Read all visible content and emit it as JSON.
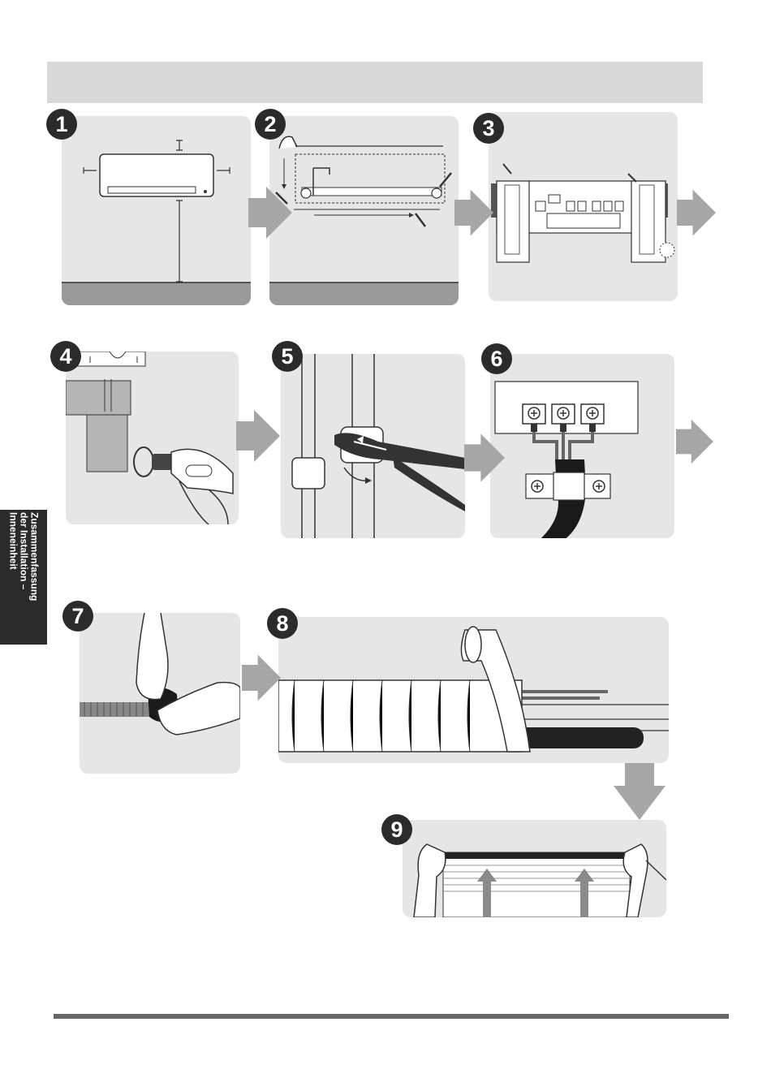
{
  "side_tab": {
    "lines": [
      "Zusammenfassung",
      "der Installation –",
      "Inneneinheit"
    ]
  },
  "steps": [
    {
      "number": "1",
      "icon": "measure-clearance-icon"
    },
    {
      "number": "2",
      "icon": "mounting-plate-position-icon"
    },
    {
      "number": "3",
      "icon": "mounting-plate-screws-icon"
    },
    {
      "number": "4",
      "icon": "drill-wall-hole-icon"
    },
    {
      "number": "5",
      "icon": "connect-pipes-wrench-icon"
    },
    {
      "number": "6",
      "icon": "terminal-block-wiring-icon"
    },
    {
      "number": "7",
      "icon": "wrap-drain-hose-icon"
    },
    {
      "number": "8",
      "icon": "tape-pipe-bundle-icon"
    },
    {
      "number": "9",
      "icon": "hang-indoor-unit-icon"
    }
  ],
  "colors": {
    "panel": "#e6e6e6",
    "badge": "#2b2b2b",
    "arrow": "#a6a6a6",
    "header": "#d9d9d9",
    "footer": "#666666"
  }
}
